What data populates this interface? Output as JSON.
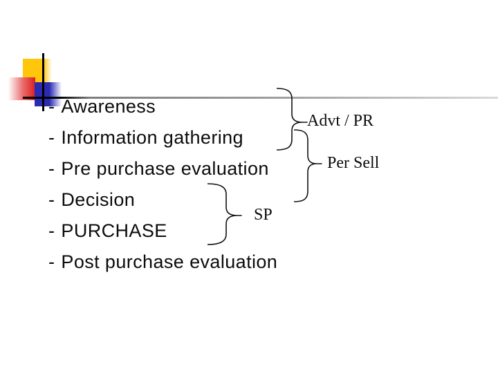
{
  "slide": {
    "background_color": "#ffffff",
    "decoration": {
      "yellow_square_color": "#ffc60b",
      "red_square_color": "#dd2020",
      "blue_square_color": "#2b2bb2",
      "line_color": "#000000"
    },
    "bullets": {
      "prefix": "-",
      "items": [
        "Awareness",
        "Information gathering",
        "Pre purchase evaluation",
        "Decision",
        "PURCHASE",
        "Post purchase evaluation"
      ]
    },
    "annotations": [
      {
        "label": "Advt / PR",
        "groups": "Awareness + Information gathering"
      },
      {
        "label": "Per Sell",
        "groups": "Pre purchase evaluation"
      },
      {
        "label": "SP",
        "groups": "Decision + PURCHASE"
      }
    ]
  }
}
